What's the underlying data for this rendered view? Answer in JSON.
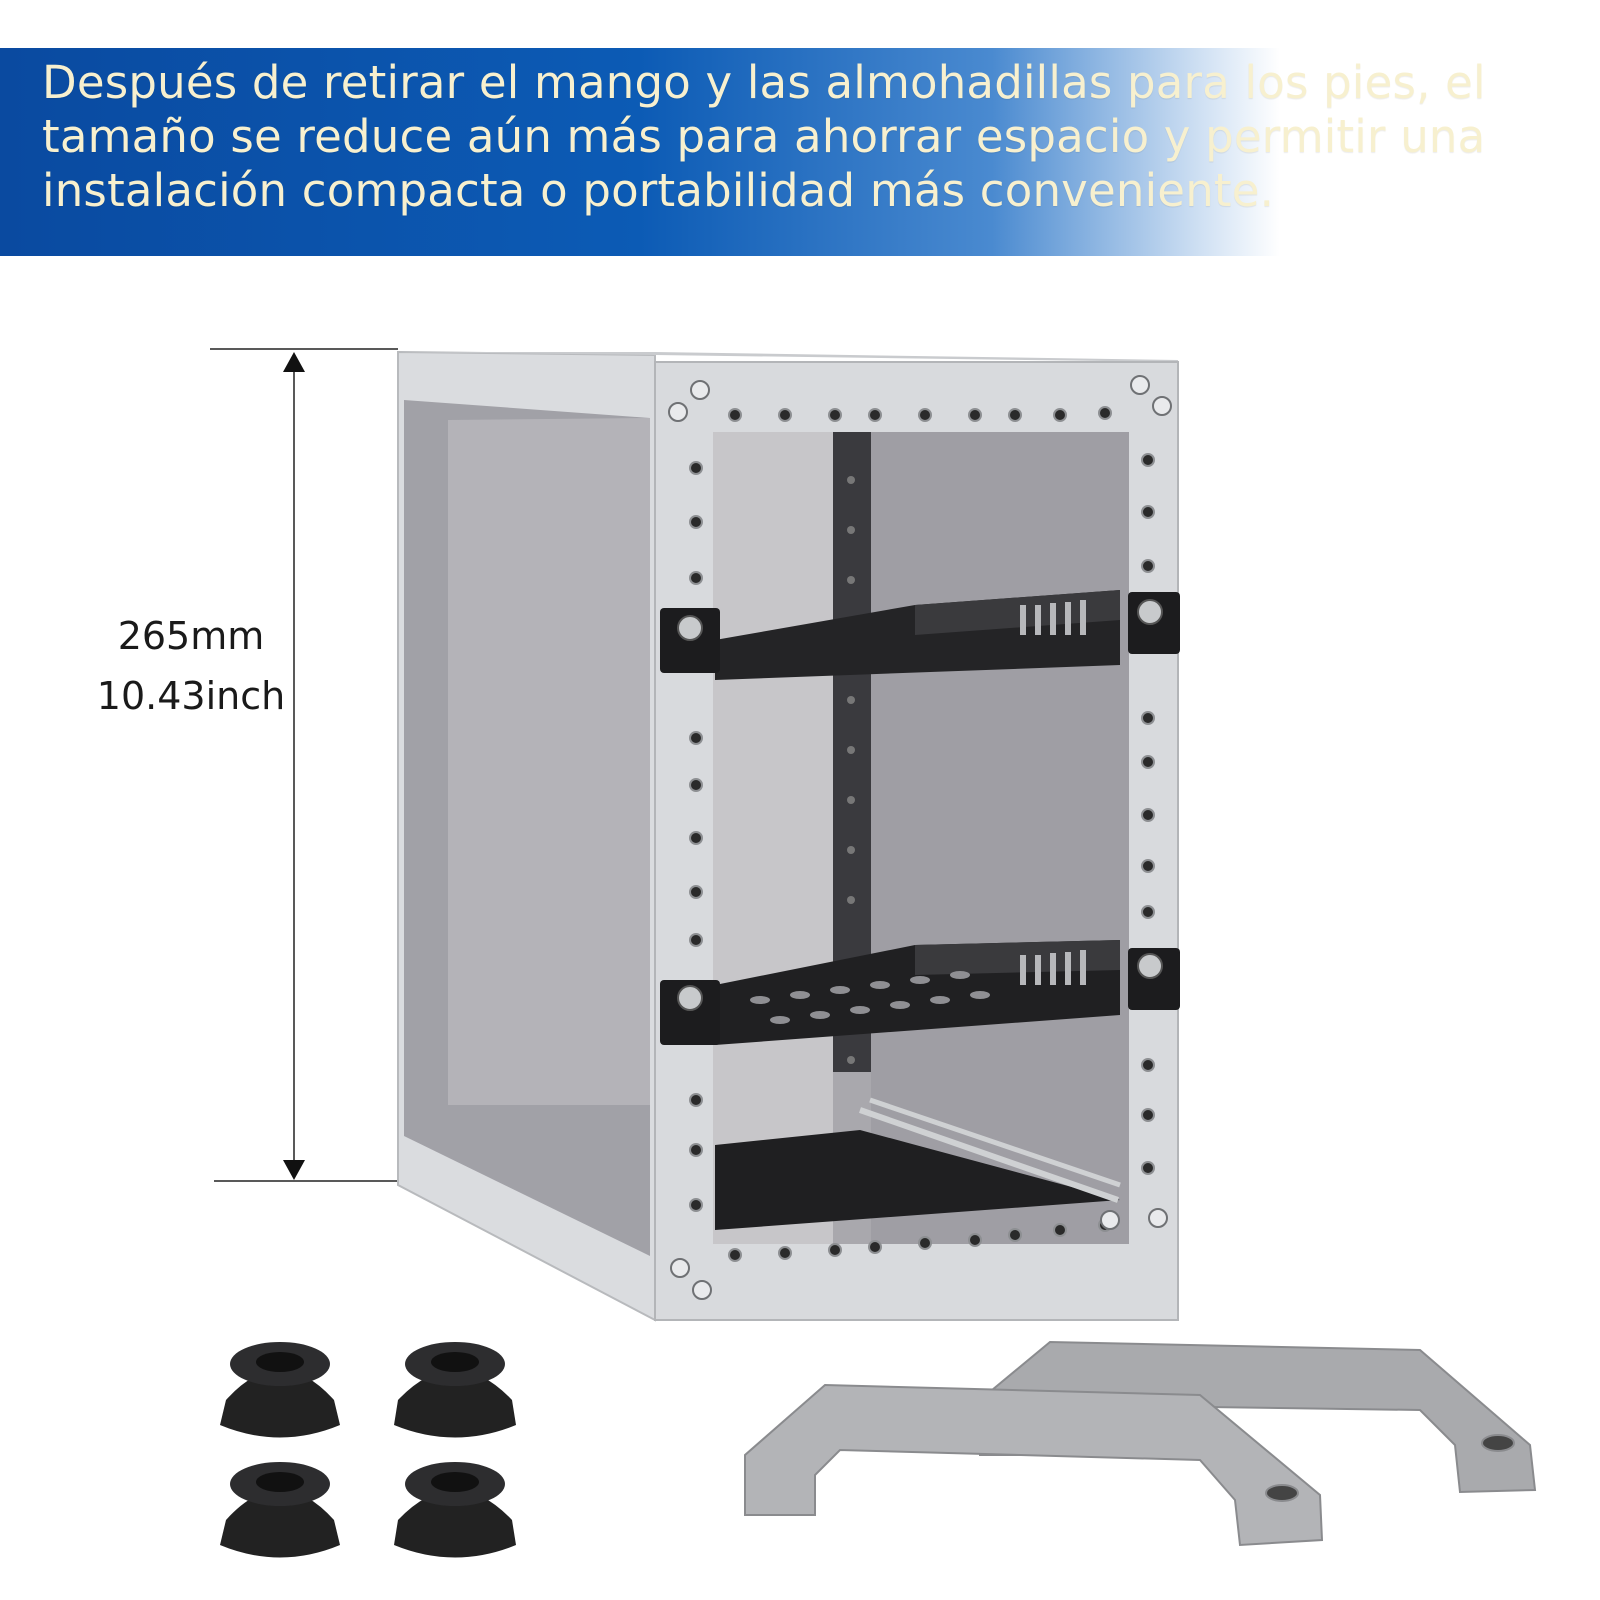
{
  "banner": {
    "text": "Después de retirar el mango y las almohadillas para los pies, el\ntamaño se reduce aún más para ahorrar espacio y permitir una\ninstalación compacta o portabilidad más conveniente."
  },
  "dimension": {
    "mm": "265mm",
    "inch": "10.43inch"
  },
  "colors": {
    "banner_blue": "#0c5bb5",
    "banner_text": "#f7f0cf",
    "frame_silver": "#d6d8db",
    "panel_gray": "#a7a6ab",
    "shelf_black": "#1d1d1f",
    "foot_black": "#222222",
    "handle_gray": "#a9aaad"
  },
  "icons": [
    "up-arrow-icon",
    "down-arrow-icon"
  ]
}
